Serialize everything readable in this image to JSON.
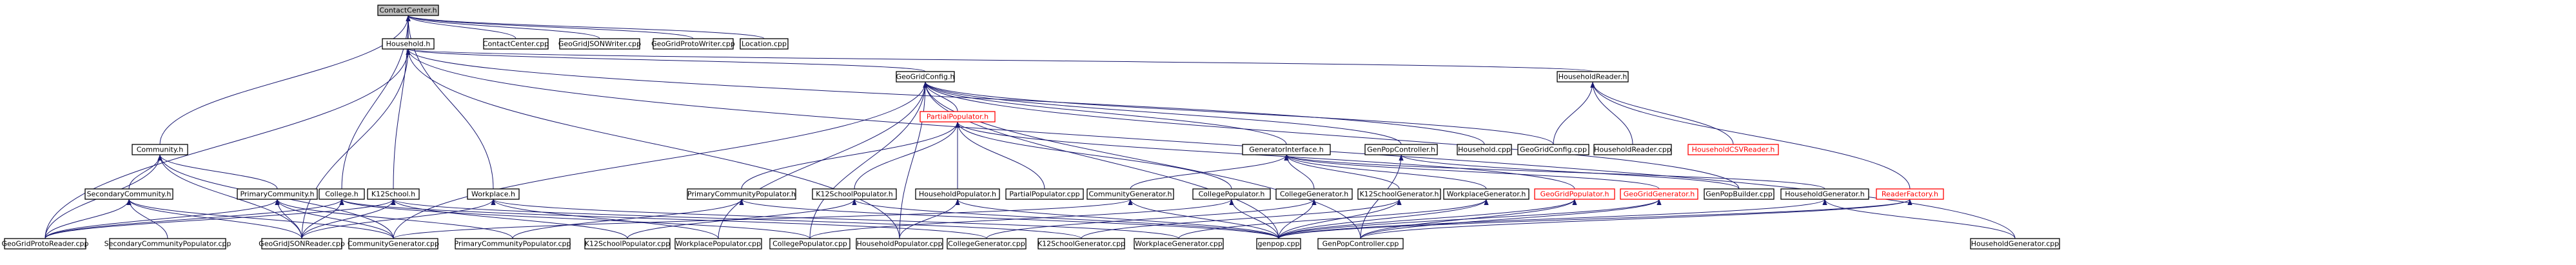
{
  "edge_color": "#191970",
  "colors": {
    "root_fill": "#bfbfbf",
    "node_fill": "#ffffff",
    "node_border": "#000000",
    "red_border": "#ff0000",
    "red_text": "#ff0000",
    "text": "#000000"
  },
  "nodes": [
    {
      "id": "ContactCenter_h",
      "label": "ContactCenter.h",
      "style": "root"
    },
    {
      "id": "Household_h",
      "label": "Household.h"
    },
    {
      "id": "ContactCenter_cpp",
      "label": "ContactCenter.cpp"
    },
    {
      "id": "GeoGridJSONWriter_cpp",
      "label": "GeoGridJSONWriter.cpp"
    },
    {
      "id": "GeoGridProtoWriter_cpp",
      "label": "GeoGridProtoWriter.cpp"
    },
    {
      "id": "Location_cpp",
      "label": "Location.cpp"
    },
    {
      "id": "GeoGridConfig_h",
      "label": "GeoGridConfig.h"
    },
    {
      "id": "HouseholdReader_h",
      "label": "HouseholdReader.h"
    },
    {
      "id": "Community_h",
      "label": "Community.h"
    },
    {
      "id": "PartialPopulator_h",
      "label": "PartialPopulator.h",
      "style": "red"
    },
    {
      "id": "GeneratorInterface_h",
      "label": "GeneratorInterface.h"
    },
    {
      "id": "GenPopController_h",
      "label": "GenPopController.h"
    },
    {
      "id": "Household_cpp",
      "label": "Household.cpp"
    },
    {
      "id": "GeoGridConfig_cpp",
      "label": "GeoGridConfig.cpp"
    },
    {
      "id": "HouseholdReader_cpp",
      "label": "HouseholdReader.cpp"
    },
    {
      "id": "HouseholdCSVReader_h",
      "label": "HouseholdCSVReader.h",
      "style": "red"
    },
    {
      "id": "SecondaryCommunity_h",
      "label": "SecondaryCommunity.h"
    },
    {
      "id": "PrimaryCommunity_h",
      "label": "PrimaryCommunity.h"
    },
    {
      "id": "College_h",
      "label": "College.h"
    },
    {
      "id": "K12School_h",
      "label": "K12School.h"
    },
    {
      "id": "Workplace_h",
      "label": "Workplace.h"
    },
    {
      "id": "PrimaryCommunityPopulator_h",
      "label": "PrimaryCommunityPopulator.h"
    },
    {
      "id": "K12SchoolPopulator_h",
      "label": "K12SchoolPopulator.h"
    },
    {
      "id": "HouseholdPopulator_h",
      "label": "HouseholdPopulator.h"
    },
    {
      "id": "PartialPopulator_cpp",
      "label": "PartialPopulator.cpp"
    },
    {
      "id": "CommunityGenerator_h",
      "label": "CommunityGenerator.h"
    },
    {
      "id": "CollegePopulator_h",
      "label": "CollegePopulator.h"
    },
    {
      "id": "CollegeGenerator_h",
      "label": "CollegeGenerator.h"
    },
    {
      "id": "K12SchoolGenerator_h",
      "label": "K12SchoolGenerator.h"
    },
    {
      "id": "WorkplaceGenerator_h",
      "label": "WorkplaceGenerator.h"
    },
    {
      "id": "GeoGridPopulator_h",
      "label": "GeoGridPopulator.h",
      "style": "red"
    },
    {
      "id": "GeoGridGenerator_h",
      "label": "GeoGridGenerator.h",
      "style": "red"
    },
    {
      "id": "GenPopBuilder_cpp",
      "label": "GenPopBuilder.cpp"
    },
    {
      "id": "HouseholdGenerator_h",
      "label": "HouseholdGenerator.h"
    },
    {
      "id": "ReaderFactory_h",
      "label": "ReaderFactory.h",
      "style": "red"
    },
    {
      "id": "GeoGridProtoReader_cpp",
      "label": "GeoGridProtoReader.cpp"
    },
    {
      "id": "SecondaryCommunityPopulator_cpp",
      "label": "SecondaryCommunityPopulator.cpp"
    },
    {
      "id": "GeoGridJSONReader_cpp",
      "label": "GeoGridJSONReader.cpp"
    },
    {
      "id": "CommunityGenerator_cpp",
      "label": "CommunityGenerator.cpp"
    },
    {
      "id": "PrimaryCommunityPopulator_cpp",
      "label": "PrimaryCommunityPopulator.cpp"
    },
    {
      "id": "K12SchoolPopulator_cpp",
      "label": "K12SchoolPopulator.cpp"
    },
    {
      "id": "WorkplacePopulator_cpp",
      "label": "WorkplacePopulator.cpp"
    },
    {
      "id": "CollegePopulator_cpp",
      "label": "CollegePopulator.cpp"
    },
    {
      "id": "HouseholdPopulator_cpp",
      "label": "HouseholdPopulator.cpp"
    },
    {
      "id": "CollegeGenerator_cpp",
      "label": "CollegeGenerator.cpp"
    },
    {
      "id": "K12SchoolGenerator_cpp",
      "label": "K12SchoolGenerator.cpp"
    },
    {
      "id": "WorkplaceGenerator_cpp",
      "label": "WorkplaceGenerator.cpp"
    },
    {
      "id": "genpop_cpp",
      "label": "genpop.cpp"
    },
    {
      "id": "GenPopController_cpp",
      "label": "GenPopController.cpp"
    },
    {
      "id": "HouseholdGenerator_cpp",
      "label": "HouseholdGenerator.cpp"
    }
  ],
  "edges": [
    [
      "ContactCenter_h",
      "Household_h"
    ],
    [
      "ContactCenter_h",
      "ContactCenter_cpp"
    ],
    [
      "ContactCenter_h",
      "GeoGridJSONWriter_cpp"
    ],
    [
      "ContactCenter_h",
      "GeoGridProtoWriter_cpp"
    ],
    [
      "ContactCenter_h",
      "Location_cpp"
    ],
    [
      "ContactCenter_h",
      "Community_h"
    ],
    [
      "ContactCenter_h",
      "College_h"
    ],
    [
      "ContactCenter_h",
      "K12School_h"
    ],
    [
      "ContactCenter_h",
      "Workplace_h"
    ],
    [
      "Household_h",
      "GeoGridConfig_h"
    ],
    [
      "Household_h",
      "HouseholdReader_h"
    ],
    [
      "Household_h",
      "Household_cpp"
    ],
    [
      "Household_h",
      "GeoGridProtoReader_cpp"
    ],
    [
      "Household_h",
      "GeoGridJSONReader_cpp"
    ],
    [
      "Household_h",
      "HouseholdPopulator_cpp"
    ],
    [
      "Household_h",
      "HouseholdGenerator_cpp"
    ],
    [
      "GeoGridConfig_h",
      "PartialPopulator_h"
    ],
    [
      "GeoGridConfig_h",
      "GeneratorInterface_h"
    ],
    [
      "GeoGridConfig_h",
      "GenPopController_h"
    ],
    [
      "GeoGridConfig_h",
      "GeoGridConfig_cpp"
    ],
    [
      "GeoGridConfig_h",
      "CommunityGenerator_cpp"
    ],
    [
      "GeoGridConfig_h",
      "WorkplacePopulator_cpp"
    ],
    [
      "GeoGridConfig_h",
      "CollegePopulator_cpp"
    ],
    [
      "GeoGridConfig_h",
      "HouseholdPopulator_cpp"
    ],
    [
      "GeoGridConfig_h",
      "genpop_cpp"
    ],
    [
      "GeoGridConfig_h",
      "GenPopController_cpp"
    ],
    [
      "GeoGridConfig_h",
      "GenPopBuilder_cpp"
    ],
    [
      "HouseholdReader_h",
      "HouseholdReader_cpp"
    ],
    [
      "HouseholdReader_h",
      "HouseholdCSVReader_h"
    ],
    [
      "HouseholdReader_h",
      "ReaderFactory_h"
    ],
    [
      "HouseholdReader_h",
      "GeoGridConfig_cpp"
    ],
    [
      "Community_h",
      "SecondaryCommunity_h"
    ],
    [
      "Community_h",
      "PrimaryCommunity_h"
    ],
    [
      "Community_h",
      "GeoGridProtoReader_cpp"
    ],
    [
      "Community_h",
      "GeoGridJSONReader_cpp"
    ],
    [
      "Community_h",
      "CommunityGenerator_cpp"
    ],
    [
      "SecondaryCommunity_h",
      "GeoGridProtoReader_cpp"
    ],
    [
      "SecondaryCommunity_h",
      "SecondaryCommunityPopulator_cpp"
    ],
    [
      "SecondaryCommunity_h",
      "GeoGridJSONReader_cpp"
    ],
    [
      "SecondaryCommunity_h",
      "CommunityGenerator_cpp"
    ],
    [
      "PrimaryCommunity_h",
      "GeoGridProtoReader_cpp"
    ],
    [
      "PrimaryCommunity_h",
      "GeoGridJSONReader_cpp"
    ],
    [
      "PrimaryCommunity_h",
      "CommunityGenerator_cpp"
    ],
    [
      "PrimaryCommunity_h",
      "PrimaryCommunityPopulator_cpp"
    ],
    [
      "College_h",
      "GeoGridProtoReader_cpp"
    ],
    [
      "College_h",
      "GeoGridJSONReader_cpp"
    ],
    [
      "College_h",
      "CollegeGenerator_cpp"
    ],
    [
      "College_h",
      "CollegePopulator_cpp"
    ],
    [
      "K12School_h",
      "GeoGridProtoReader_cpp"
    ],
    [
      "K12School_h",
      "GeoGridJSONReader_cpp"
    ],
    [
      "K12School_h",
      "K12SchoolPopulator_cpp"
    ],
    [
      "K12School_h",
      "K12SchoolGenerator_cpp"
    ],
    [
      "Workplace_h",
      "GeoGridJSONReader_cpp"
    ],
    [
      "Workplace_h",
      "WorkplacePopulator_cpp"
    ],
    [
      "Workplace_h",
      "WorkplaceGenerator_cpp"
    ],
    [
      "PartialPopulator_h",
      "PrimaryCommunityPopulator_h"
    ],
    [
      "PartialPopulator_h",
      "K12SchoolPopulator_h"
    ],
    [
      "PartialPopulator_h",
      "HouseholdPopulator_h"
    ],
    [
      "PartialPopulator_h",
      "PartialPopulator_cpp"
    ],
    [
      "PartialPopulator_h",
      "CollegePopulator_h"
    ],
    [
      "PartialPopulator_h",
      "GeoGridPopulator_h"
    ],
    [
      "PrimaryCommunityPopulator_h",
      "PrimaryCommunityPopulator_cpp"
    ],
    [
      "PrimaryCommunityPopulator_h",
      "genpop_cpp"
    ],
    [
      "K12SchoolPopulator_h",
      "K12SchoolPopulator_cpp"
    ],
    [
      "K12SchoolPopulator_h",
      "genpop_cpp"
    ],
    [
      "HouseholdPopulator_h",
      "HouseholdPopulator_cpp"
    ],
    [
      "HouseholdPopulator_h",
      "genpop_cpp"
    ],
    [
      "CollegePopulator_h",
      "CollegePopulator_cpp"
    ],
    [
      "CollegePopulator_h",
      "genpop_cpp"
    ],
    [
      "GeneratorInterface_h",
      "CommunityGenerator_h"
    ],
    [
      "GeneratorInterface_h",
      "CollegeGenerator_h"
    ],
    [
      "GeneratorInterface_h",
      "K12SchoolGenerator_h"
    ],
    [
      "GeneratorInterface_h",
      "WorkplaceGenerator_h"
    ],
    [
      "GeneratorInterface_h",
      "GeoGridGenerator_h"
    ],
    [
      "GeneratorInterface_h",
      "HouseholdGenerator_h"
    ],
    [
      "CommunityGenerator_h",
      "CommunityGenerator_cpp"
    ],
    [
      "CommunityGenerator_h",
      "genpop_cpp"
    ],
    [
      "CollegeGenerator_h",
      "CollegeGenerator_cpp"
    ],
    [
      "CollegeGenerator_h",
      "genpop_cpp"
    ],
    [
      "K12SchoolGenerator_h",
      "K12SchoolGenerator_cpp"
    ],
    [
      "K12SchoolGenerator_h",
      "genpop_cpp"
    ],
    [
      "WorkplaceGenerator_h",
      "WorkplaceGenerator_cpp"
    ],
    [
      "WorkplaceGenerator_h",
      "genpop_cpp"
    ],
    [
      "GeoGridPopulator_h",
      "genpop_cpp"
    ],
    [
      "GeoGridPopulator_h",
      "GenPopController_cpp"
    ],
    [
      "GeoGridGenerator_h",
      "genpop_cpp"
    ],
    [
      "GeoGridGenerator_h",
      "GenPopController_cpp"
    ],
    [
      "GenPopController_h",
      "GenPopBuilder_cpp"
    ],
    [
      "GenPopController_h",
      "GenPopController_cpp"
    ],
    [
      "HouseholdGenerator_h",
      "HouseholdGenerator_cpp"
    ],
    [
      "HouseholdGenerator_h",
      "genpop_cpp"
    ],
    [
      "ReaderFactory_h",
      "GenPopController_cpp"
    ],
    [
      "ReaderFactory_h",
      "genpop_cpp"
    ]
  ]
}
